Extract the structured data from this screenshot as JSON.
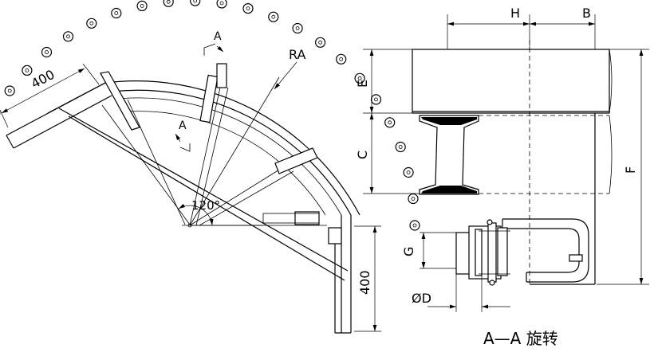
{
  "left_view": {
    "dim_top_length": "400",
    "dim_right_length": "400",
    "angle": "120°",
    "radius": "RA",
    "section_mark": "A"
  },
  "section_view": {
    "dim_h": "H",
    "dim_b": "B",
    "dim_e": "E",
    "dim_c": "C",
    "dim_f": "F",
    "dim_g": "G",
    "dim_d": "ØD",
    "caption": "A—A 旋转"
  }
}
